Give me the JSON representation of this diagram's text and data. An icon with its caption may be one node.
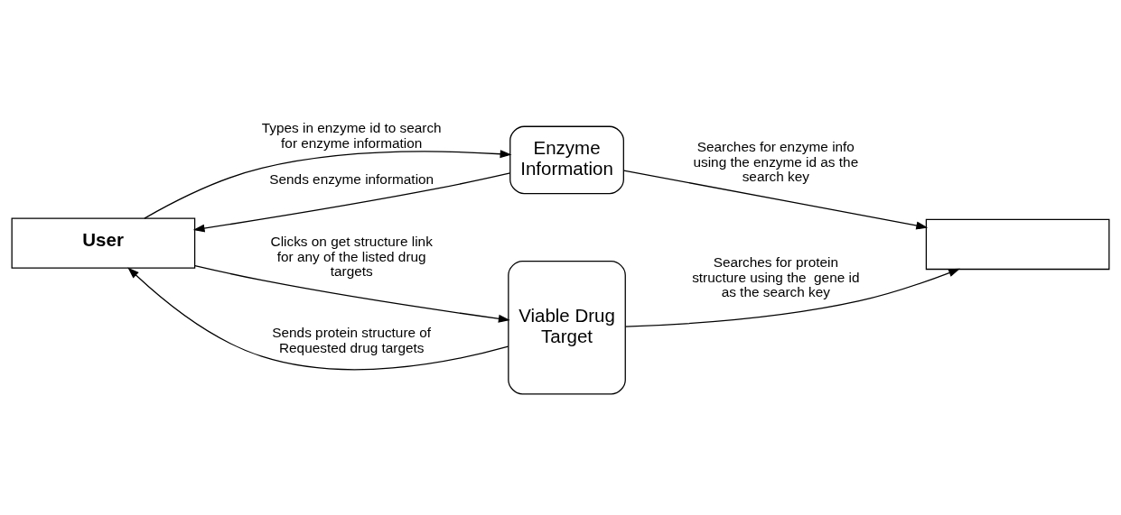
{
  "diagram": {
    "nodes": [
      {
        "text": [
          "User"
        ]
      },
      {
        "text": [
          "Enzyme Information"
        ]
      },
      {
        "text": [
          "Viable Drug Target"
        ]
      },
      {
        "text": [],
        "shape": "box"
      }
    ],
    "edges": [
      {
        "from": 0,
        "to": 1,
        "arrow": "to",
        "label": "Types in enzyme id to search for enzyme information"
      },
      {
        "from": 1,
        "to": 0,
        "arrow": "to",
        "label": "Sends enzyme information"
      },
      {
        "from": 1,
        "to": 3,
        "arrow": "to",
        "label": "Searches for enzyme info using the enzyme id as the search key"
      },
      {
        "from": 0,
        "to": 2,
        "arrow": "to",
        "label": "Clicks on get structure link for any of the listed drug targets"
      },
      {
        "from": 2,
        "to": 0,
        "arrow": "to",
        "label": "Sends protein structure of Requested drug targets"
      },
      {
        "from": 2,
        "to": 3,
        "arrow": "to",
        "label": "Searches for protein structure using the  gene id as the search key"
      }
    ]
  }
}
